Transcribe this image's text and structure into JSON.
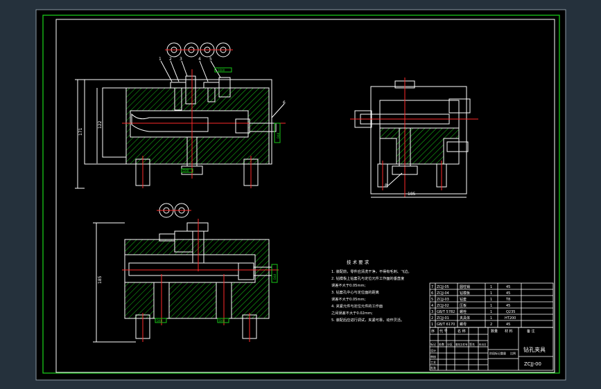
{
  "colors": {
    "outer_bg": "#25313c",
    "frame_gray": "#8c99a4",
    "sheet_bg": "#000000",
    "green_border": "#18c918",
    "white": "#ffffff",
    "red": "#ff2a2a",
    "green_dim": "#00ff3c"
  },
  "front_view": {
    "part_labels": [
      "1",
      "2",
      "3",
      "4",
      "5",
      "6"
    ],
    "dim_height_outer": "171",
    "dim_height_inner": "122",
    "dim_small": "122",
    "spec_top": "1000",
    "spec_right": "D48",
    "spec_bottom": "D48"
  },
  "side_view": {
    "dim_width": "185",
    "label_b": "B"
  },
  "top_view": {
    "dim_height": "185",
    "spec_right": "D48",
    "spec_bottom_left": "D48",
    "spec_bottom_mid": "D48"
  },
  "tech_requirements": {
    "title": "技 术 要 求",
    "lines": [
      "1. 装配前，零件应清洗干净，不得有毛刺、飞边。",
      "2. 钻模板上钻套孔与定位元件工作面的垂直度",
      "   误差不大于0.05mm;",
      "3. 钻套孔中心与定位面的距离",
      "   误差不大于0.05mm;",
      "4. 夹紧元件与定位元件的工作面",
      "   之间误差不大于0.02mm;",
      "5. 装配后应进行调试，夹紧可靠，动作灵活。"
    ]
  },
  "parts_list": {
    "rows": [
      {
        "no": "7",
        "code": "ZCJJ-05",
        "name": "圆柱销",
        "qty": "1",
        "mat": "45"
      },
      {
        "no": "6",
        "code": "ZCJJ-04",
        "name": "钻模板",
        "qty": "1",
        "mat": "45"
      },
      {
        "no": "5",
        "code": "ZCJJ-03",
        "name": "钻套",
        "qty": "1",
        "mat": "T8"
      },
      {
        "no": "4",
        "code": "ZCJJ-02",
        "name": "压板",
        "qty": "1",
        "mat": "45"
      },
      {
        "no": "3",
        "code": "GB/T 5782",
        "name": "螺栓",
        "qty": "1",
        "mat": "Q235"
      },
      {
        "no": "2",
        "code": "ZCJJ-01",
        "name": "夹具体",
        "qty": "1",
        "mat": "HT200"
      },
      {
        "no": "1",
        "code": "GB/T 6170",
        "name": "螺母",
        "qty": "2",
        "mat": "45"
      }
    ],
    "header": [
      "序",
      "代 号",
      "名 称",
      "数量",
      "材 料",
      "备 注"
    ]
  },
  "title_block": {
    "drawing_title": "钻孔夹具",
    "drawing_code": "ZCJJ-00",
    "rows_left": [
      "标记",
      "处数",
      "分区",
      "更改文件号",
      "签名",
      "年月日"
    ],
    "label_design": "设计",
    "label_check": "审核",
    "label_process": "工艺",
    "label_approve": "批准",
    "stage": "阶段标记",
    "weight": "重量",
    "scale": "比例"
  }
}
